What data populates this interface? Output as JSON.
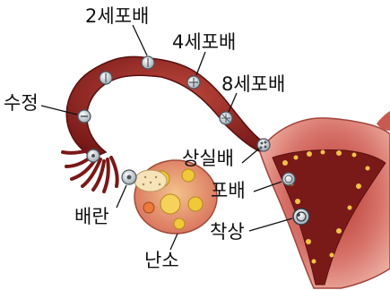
{
  "labels": {
    "two_cell": "2세포배",
    "four_cell": "4세포배",
    "eight_cell": "8세포배",
    "fertilization": "수정",
    "morula": "상실배",
    "blastocyst": "포배",
    "ovulation": "배란",
    "implantation": "착상",
    "ovary": "난소"
  },
  "colors": {
    "tube": "#8a1f1f",
    "uterus": "#d9827a",
    "ovary": "#e39a88",
    "follicle": "#f0c93a"
  }
}
